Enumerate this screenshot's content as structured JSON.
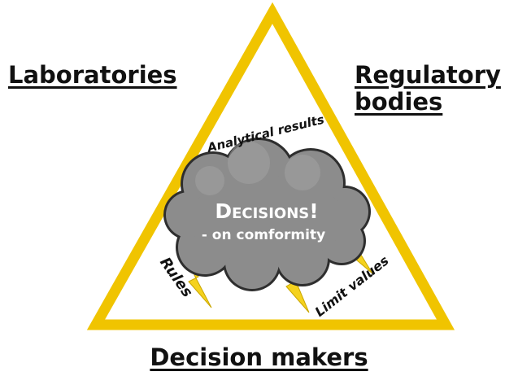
{
  "corners": {
    "laboratories": "Laboratories",
    "regulatory_line1": "Regulatory",
    "regulatory_line2": "bodies",
    "decision_makers": "Decision makers"
  },
  "edges": {
    "analytical_results": "Analytical results",
    "rules": "Rules",
    "limit_values": "Limit values"
  },
  "cloud": {
    "headline": "Decisions!",
    "subline": "- on comformity"
  },
  "colors": {
    "triangle": "#f0c400",
    "cloud_fill": "#8c8c8c",
    "cloud_stroke": "#2e2e2e",
    "lightning_fill": "#f5d21e",
    "text": "#111111",
    "cloud_text": "#ffffff"
  },
  "icons": {
    "cloud": "storm-cloud-icon",
    "bolts": "lightning-bolt-icon"
  }
}
